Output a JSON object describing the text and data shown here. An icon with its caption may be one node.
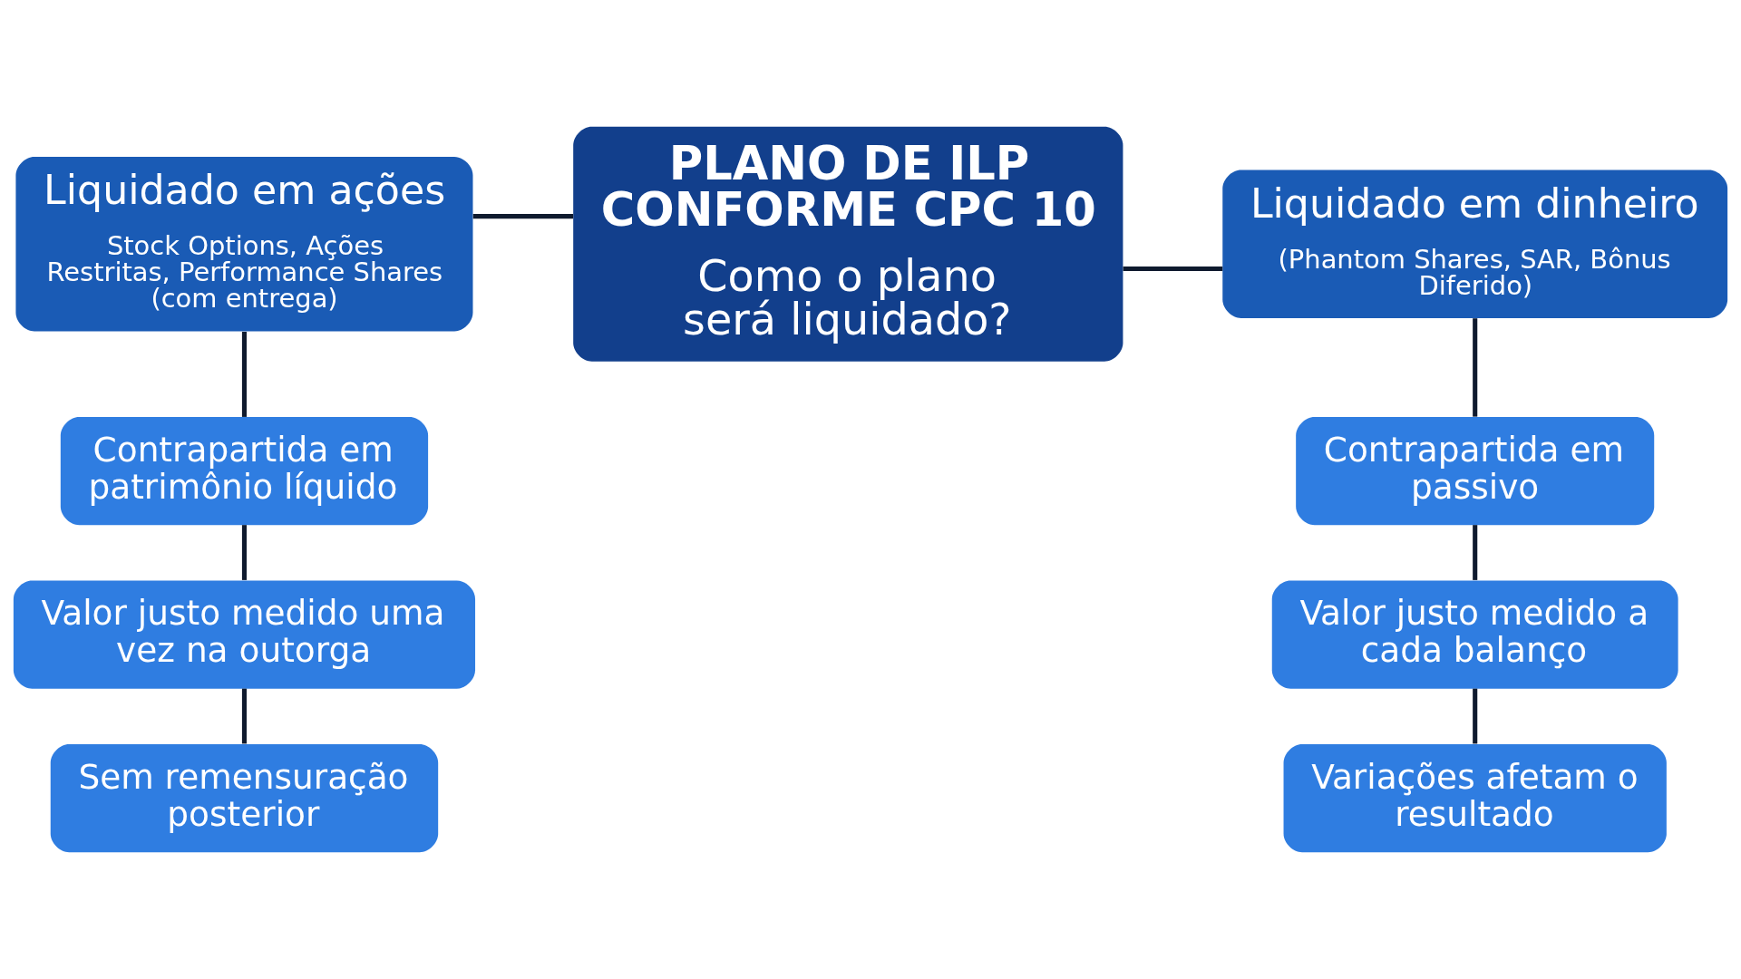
{
  "diagram": {
    "nodes": [
      {
        "text": [
          "PLANO DE ILP CONFORME CPC 10",
          "Como o plano será liquidado?"
        ]
      },
      {
        "text": [
          "Liquidado em ações",
          "Stock Options, Ações Restritas, Performance Shares (com entrega)"
        ]
      },
      {
        "text": [
          "Contrapartida em patrimônio líquido"
        ]
      },
      {
        "text": [
          "Valor justo medido uma vez na outorga"
        ]
      },
      {
        "text": [
          "Sem remensuração posterior"
        ]
      },
      {
        "text": [
          "Liquidado em dinheiro",
          "(Phantom Shares, SAR, Bônus Diferido)"
        ]
      },
      {
        "text": [
          "Contrapartida em passivo"
        ]
      },
      {
        "text": [
          "Valor justo medido a cada balanço"
        ]
      },
      {
        "text": [
          "Variações afetam o resultado"
        ]
      }
    ],
    "edges": [
      {
        "from": 0,
        "to": 1,
        "arrow": "none"
      },
      {
        "from": 0,
        "to": 5,
        "arrow": "none"
      },
      {
        "from": 1,
        "to": 2,
        "arrow": "none"
      },
      {
        "from": 2,
        "to": 3,
        "arrow": "none"
      },
      {
        "from": 3,
        "to": 4,
        "arrow": "none"
      },
      {
        "from": 5,
        "to": 6,
        "arrow": "none"
      },
      {
        "from": 6,
        "to": 7,
        "arrow": "none"
      },
      {
        "from": 7,
        "to": 8,
        "arrow": "none"
      }
    ]
  }
}
